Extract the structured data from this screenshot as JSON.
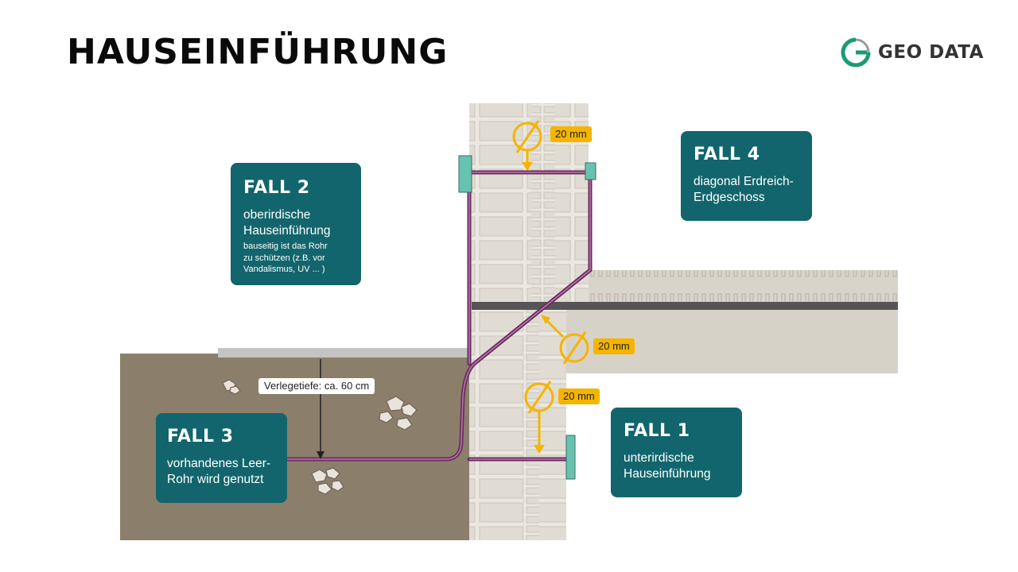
{
  "title": "HAUSEINFÜHRUNG",
  "logo": {
    "text": "GEO DATA",
    "icon": "geo-data-logo-icon",
    "colors": {
      "primary": "#1a9b74",
      "secondary": "#888888"
    }
  },
  "colors": {
    "box": "#12656c",
    "tube": "#8a3b7a",
    "badge": "#f5b400",
    "soil": "#8b7f6b",
    "wall": "#d7d2c8",
    "seal": "#68c2b0"
  },
  "cases": [
    {
      "title": "FALL 4",
      "desc_lines": [
        "diagonal Erdreich-",
        "Erdgeschoss"
      ]
    },
    {
      "title": "FALL 2",
      "desc_lines": [
        "oberirdische",
        "Hauseinführung"
      ],
      "note_lines": [
        "bauseitig ist das Rohr",
        "zu schützen (z.B. vor",
        "Vandalismus, UV ... )"
      ]
    },
    {
      "title": "FALL 3",
      "desc_lines": [
        "vorhandenes Leer-",
        "Rohr wird genutzt"
      ]
    },
    {
      "title": "FALL 1",
      "desc_lines": [
        "unterirdische",
        "Hauseinführung"
      ]
    }
  ],
  "diameter_labels": [
    "20 mm",
    "20 mm",
    "20 mm"
  ],
  "depth_label": "Verlegetiefe: ca. 60 cm",
  "icons": [
    "diameter-icon",
    "rubble-stones-icon",
    "wall-seal-icon"
  ]
}
